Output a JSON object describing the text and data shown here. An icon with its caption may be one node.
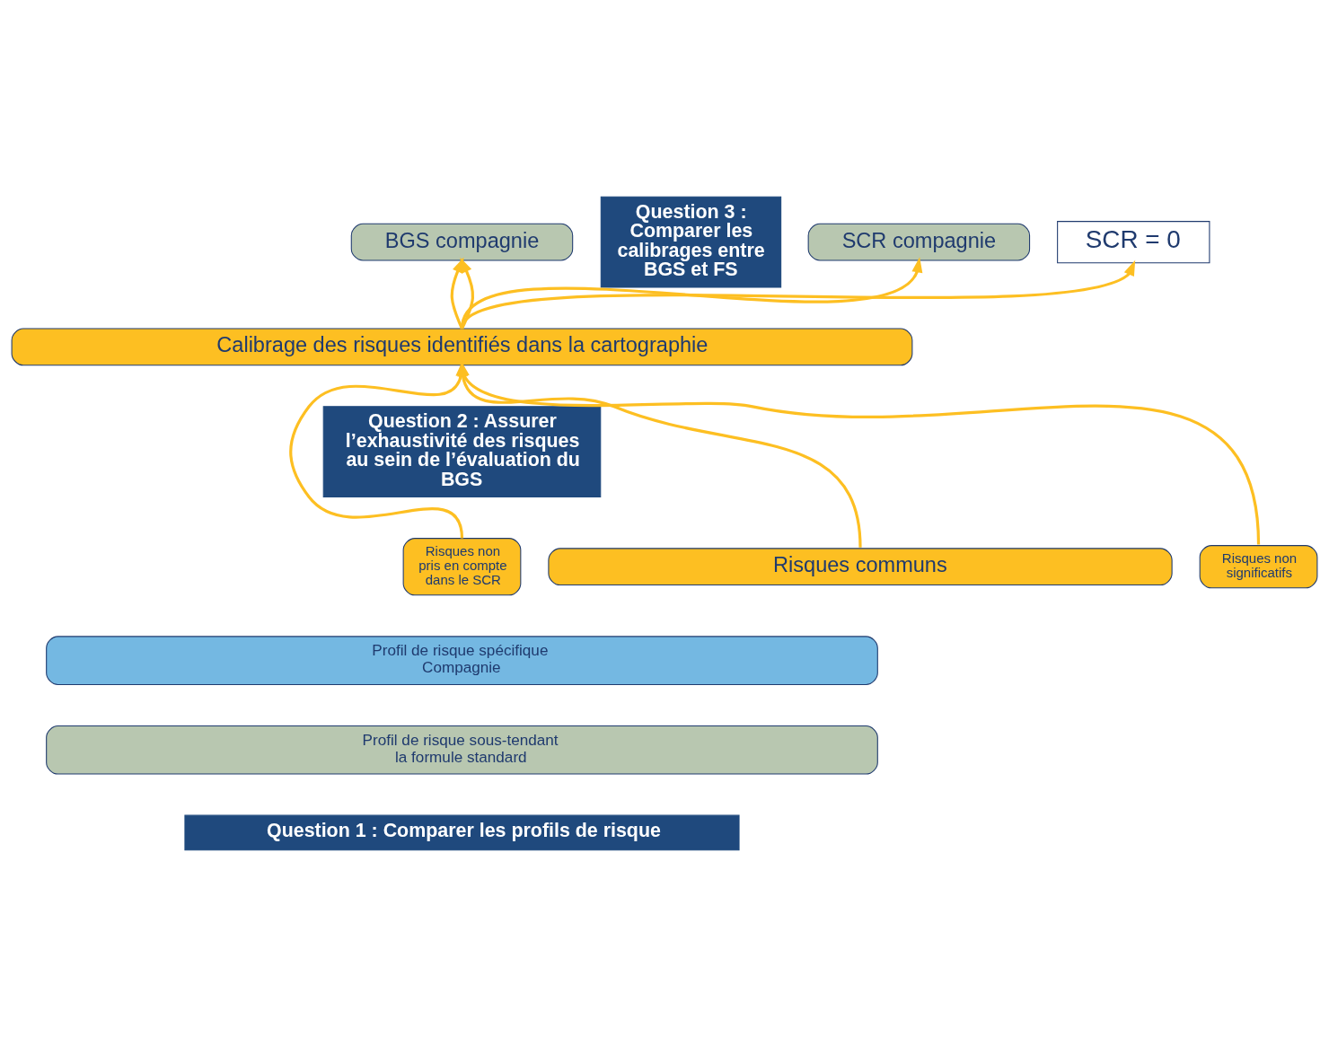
{
  "diagram": {
    "nodes": [
      {
        "text": [
          "BGS compagnie"
        ]
      },
      {
        "text": [
          "Question 3 : Comparer les calibrages entre BGS et FS"
        ]
      },
      {
        "text": [
          "SCR compagnie"
        ]
      },
      {
        "text": [
          "SCR = 0"
        ]
      },
      {
        "text": [
          "Calibrage des risques identifiés dans la cartographie"
        ]
      },
      {
        "text": [
          "Question 2 : Assurer l’exhaustivité des risques au sein de l’évaluation du BGS"
        ]
      },
      {
        "text": [
          "Risques non pris en compte dans le SCR"
        ]
      },
      {
        "text": [
          "Risques communs"
        ]
      },
      {
        "text": [
          "Risques non significatifs"
        ]
      },
      {
        "text": [
          "Profil de risque spécifique Compagnie"
        ]
      },
      {
        "text": [
          "Profil de risque sous-tendant la formule standard"
        ]
      },
      {
        "text": [
          "Question 1 : Comparer les profils de risque"
        ]
      }
    ],
    "edges": [
      {
        "from": 4,
        "to": 0,
        "arrow": "to"
      },
      {
        "from": 4,
        "to": 0,
        "arrow": "to"
      },
      {
        "from": 4,
        "to": 2,
        "arrow": "to"
      },
      {
        "from": 4,
        "to": 3,
        "arrow": "to"
      },
      {
        "from": 6,
        "to": 4,
        "arrow": "to"
      },
      {
        "from": 7,
        "to": 4,
        "arrow": "to"
      },
      {
        "from": 8,
        "to": 4,
        "arrow": "to"
      }
    ]
  }
}
